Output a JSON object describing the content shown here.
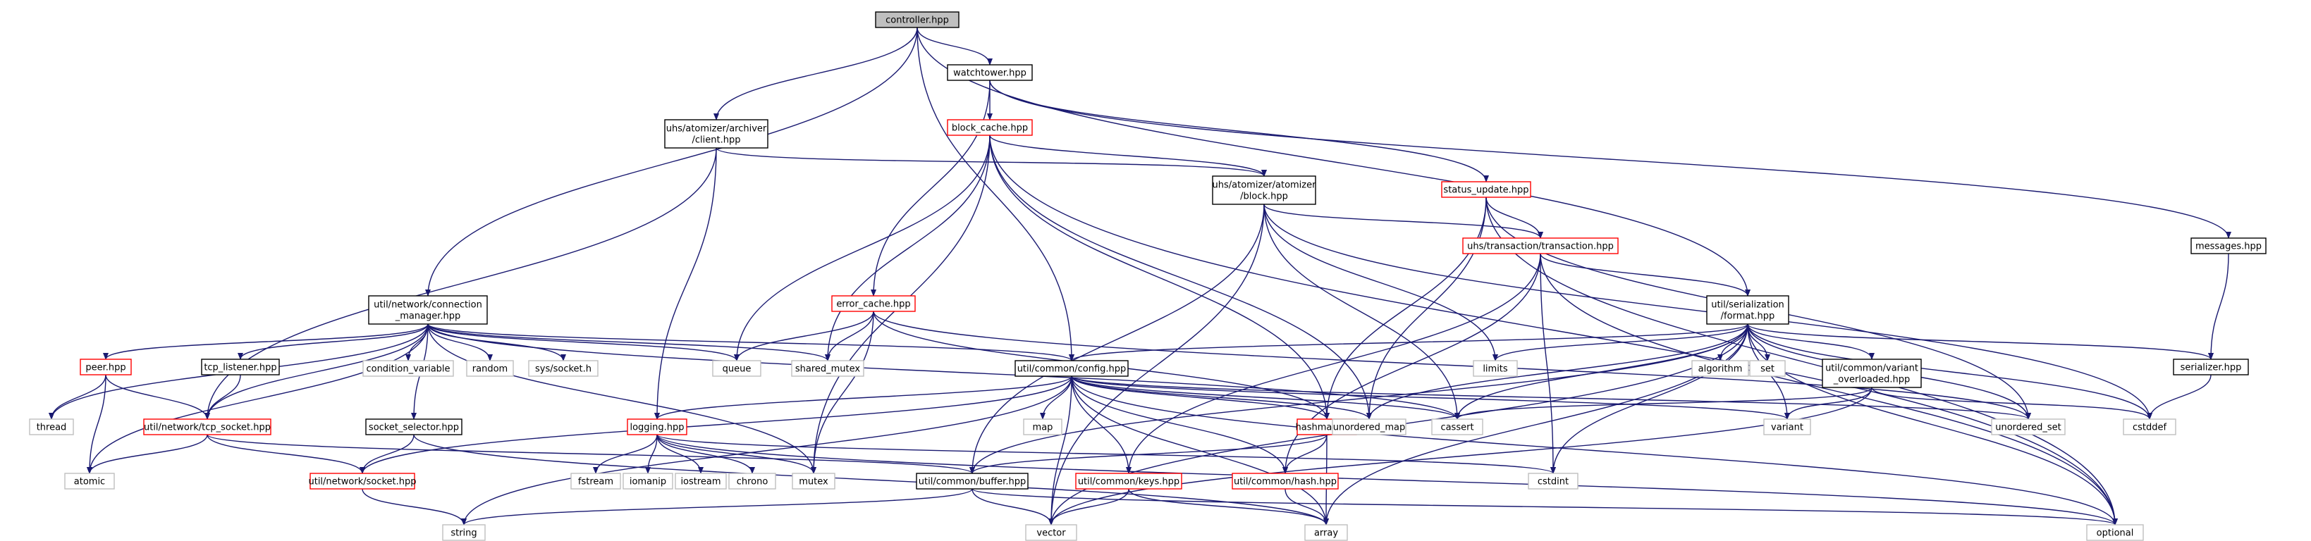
{
  "graph": {
    "colors": {
      "edge": "#191970",
      "root_fill": "#bfbfbf",
      "border_normal": "#000000",
      "border_incomplete": "#ff0000",
      "border_external": "#bfbfbf",
      "text_external": "#555555"
    },
    "nodes": [
      {
        "id": "controller",
        "lines": [
          "controller.hpp"
        ],
        "kind": "root"
      },
      {
        "id": "watchtower",
        "lines": [
          "watchtower.hpp"
        ],
        "kind": "normal"
      },
      {
        "id": "client",
        "lines": [
          "uhs/atomizer/archiver",
          "/client.hpp"
        ],
        "kind": "normal"
      },
      {
        "id": "block_cache",
        "lines": [
          "block_cache.hpp"
        ],
        "kind": "incomplete"
      },
      {
        "id": "atomizer_block",
        "lines": [
          "uhs/atomizer/atomizer",
          "/block.hpp"
        ],
        "kind": "normal"
      },
      {
        "id": "status_update",
        "lines": [
          "status_update.hpp"
        ],
        "kind": "incomplete"
      },
      {
        "id": "transaction",
        "lines": [
          "uhs/transaction/transaction.hpp"
        ],
        "kind": "incomplete"
      },
      {
        "id": "messages",
        "lines": [
          "messages.hpp"
        ],
        "kind": "normal"
      },
      {
        "id": "conn_manager",
        "lines": [
          "util/network/connection",
          "_manager.hpp"
        ],
        "kind": "normal"
      },
      {
        "id": "error_cache",
        "lines": [
          "error_cache.hpp"
        ],
        "kind": "incomplete"
      },
      {
        "id": "format",
        "lines": [
          "util/serialization",
          "/format.hpp"
        ],
        "kind": "normal"
      },
      {
        "id": "peer",
        "lines": [
          "peer.hpp"
        ],
        "kind": "incomplete"
      },
      {
        "id": "tcp_listener",
        "lines": [
          "tcp_listener.hpp"
        ],
        "kind": "normal"
      },
      {
        "id": "condition_variable",
        "lines": [
          "condition_variable"
        ],
        "kind": "external"
      },
      {
        "id": "random",
        "lines": [
          "random"
        ],
        "kind": "external"
      },
      {
        "id": "sys_socket",
        "lines": [
          "sys/socket.h"
        ],
        "kind": "external"
      },
      {
        "id": "queue",
        "lines": [
          "queue"
        ],
        "kind": "external"
      },
      {
        "id": "shared_mutex",
        "lines": [
          "shared_mutex"
        ],
        "kind": "external"
      },
      {
        "id": "config",
        "lines": [
          "util/common/config.hpp"
        ],
        "kind": "normal"
      },
      {
        "id": "limits",
        "lines": [
          "limits"
        ],
        "kind": "external"
      },
      {
        "id": "algorithm",
        "lines": [
          "algorithm"
        ],
        "kind": "external"
      },
      {
        "id": "set",
        "lines": [
          "set"
        ],
        "kind": "external"
      },
      {
        "id": "variant_overloaded",
        "lines": [
          "util/common/variant",
          "_overloaded.hpp"
        ],
        "kind": "normal"
      },
      {
        "id": "serializer",
        "lines": [
          "serializer.hpp"
        ],
        "kind": "normal"
      },
      {
        "id": "thread",
        "lines": [
          "thread"
        ],
        "kind": "external"
      },
      {
        "id": "tcp_socket",
        "lines": [
          "util/network/tcp_socket.hpp"
        ],
        "kind": "incomplete"
      },
      {
        "id": "socket_selector",
        "lines": [
          "socket_selector.hpp"
        ],
        "kind": "normal"
      },
      {
        "id": "logging",
        "lines": [
          "logging.hpp"
        ],
        "kind": "incomplete"
      },
      {
        "id": "map",
        "lines": [
          "map"
        ],
        "kind": "external"
      },
      {
        "id": "hashmap",
        "lines": [
          "hashmap.hpp"
        ],
        "kind": "incomplete"
      },
      {
        "id": "unordered_map",
        "lines": [
          "unordered_map"
        ],
        "kind": "external"
      },
      {
        "id": "cassert",
        "lines": [
          "cassert"
        ],
        "kind": "external"
      },
      {
        "id": "variant",
        "lines": [
          "variant"
        ],
        "kind": "external"
      },
      {
        "id": "unordered_set",
        "lines": [
          "unordered_set"
        ],
        "kind": "external"
      },
      {
        "id": "cstddef",
        "lines": [
          "cstddef"
        ],
        "kind": "external"
      },
      {
        "id": "atomic",
        "lines": [
          "atomic"
        ],
        "kind": "external"
      },
      {
        "id": "socket",
        "lines": [
          "util/network/socket.hpp"
        ],
        "kind": "incomplete"
      },
      {
        "id": "fstream",
        "lines": [
          "fstream"
        ],
        "kind": "external"
      },
      {
        "id": "iomanip",
        "lines": [
          "iomanip"
        ],
        "kind": "external"
      },
      {
        "id": "iostream",
        "lines": [
          "iostream"
        ],
        "kind": "external"
      },
      {
        "id": "chrono",
        "lines": [
          "chrono"
        ],
        "kind": "external"
      },
      {
        "id": "mutex",
        "lines": [
          "mutex"
        ],
        "kind": "external"
      },
      {
        "id": "buffer",
        "lines": [
          "util/common/buffer.hpp"
        ],
        "kind": "normal"
      },
      {
        "id": "keys",
        "lines": [
          "util/common/keys.hpp"
        ],
        "kind": "incomplete"
      },
      {
        "id": "hash",
        "lines": [
          "util/common/hash.hpp"
        ],
        "kind": "incomplete"
      },
      {
        "id": "cstdint",
        "lines": [
          "cstdint"
        ],
        "kind": "external"
      },
      {
        "id": "string",
        "lines": [
          "string"
        ],
        "kind": "external"
      },
      {
        "id": "vector",
        "lines": [
          "vector"
        ],
        "kind": "external"
      },
      {
        "id": "array",
        "lines": [
          "array"
        ],
        "kind": "external"
      },
      {
        "id": "optional",
        "lines": [
          "optional"
        ],
        "kind": "external"
      }
    ],
    "edges": [
      [
        "controller",
        "watchtower"
      ],
      [
        "controller",
        "client"
      ],
      [
        "controller",
        "conn_manager"
      ],
      [
        "controller",
        "config"
      ],
      [
        "controller",
        "format"
      ],
      [
        "watchtower",
        "block_cache"
      ],
      [
        "watchtower",
        "error_cache"
      ],
      [
        "watchtower",
        "status_update"
      ],
      [
        "watchtower",
        "messages"
      ],
      [
        "client",
        "atomizer_block"
      ],
      [
        "client",
        "logging"
      ],
      [
        "client",
        "tcp_socket"
      ],
      [
        "block_cache",
        "atomizer_block"
      ],
      [
        "block_cache",
        "queue"
      ],
      [
        "block_cache",
        "shared_mutex"
      ],
      [
        "block_cache",
        "mutex"
      ],
      [
        "block_cache",
        "hashmap"
      ],
      [
        "block_cache",
        "unordered_map"
      ],
      [
        "block_cache",
        "optional"
      ],
      [
        "atomizer_block",
        "transaction"
      ],
      [
        "atomizer_block",
        "buffer"
      ],
      [
        "atomizer_block",
        "vector"
      ],
      [
        "atomizer_block",
        "limits"
      ],
      [
        "atomizer_block",
        "cassert"
      ],
      [
        "atomizer_block",
        "cstddef"
      ],
      [
        "status_update",
        "transaction"
      ],
      [
        "status_update",
        "hashmap"
      ],
      [
        "status_update",
        "unordered_set"
      ],
      [
        "status_update",
        "unordered_map"
      ],
      [
        "status_update",
        "optional"
      ],
      [
        "transaction",
        "format"
      ],
      [
        "transaction",
        "hash"
      ],
      [
        "transaction",
        "keys"
      ],
      [
        "transaction",
        "cstdint"
      ],
      [
        "transaction",
        "optional"
      ],
      [
        "messages",
        "serializer"
      ],
      [
        "conn_manager",
        "peer"
      ],
      [
        "conn_manager",
        "tcp_listener"
      ],
      [
        "conn_manager",
        "condition_variable"
      ],
      [
        "conn_manager",
        "random"
      ],
      [
        "conn_manager",
        "sys_socket"
      ],
      [
        "conn_manager",
        "queue"
      ],
      [
        "conn_manager",
        "shared_mutex"
      ],
      [
        "conn_manager",
        "config"
      ],
      [
        "conn_manager",
        "thread"
      ],
      [
        "conn_manager",
        "atomic"
      ],
      [
        "conn_manager",
        "tcp_socket"
      ],
      [
        "conn_manager",
        "socket_selector"
      ],
      [
        "conn_manager",
        "mutex"
      ],
      [
        "conn_manager",
        "cassert"
      ],
      [
        "error_cache",
        "queue"
      ],
      [
        "error_cache",
        "shared_mutex"
      ],
      [
        "error_cache",
        "mutex"
      ],
      [
        "error_cache",
        "hashmap"
      ],
      [
        "error_cache",
        "unordered_set"
      ],
      [
        "format",
        "config"
      ],
      [
        "format",
        "limits"
      ],
      [
        "format",
        "algorithm"
      ],
      [
        "format",
        "set"
      ],
      [
        "format",
        "variant_overloaded"
      ],
      [
        "format",
        "serializer"
      ],
      [
        "format",
        "unordered_map"
      ],
      [
        "format",
        "cassert"
      ],
      [
        "format",
        "variant"
      ],
      [
        "format",
        "unordered_set"
      ],
      [
        "format",
        "cstddef"
      ],
      [
        "format",
        "optional"
      ],
      [
        "format",
        "array"
      ],
      [
        "format",
        "vector"
      ],
      [
        "format",
        "cstdint"
      ],
      [
        "format",
        "buffer"
      ],
      [
        "variant_overloaded",
        "variant"
      ],
      [
        "variant_overloaded",
        "cassert"
      ],
      [
        "variant_overloaded",
        "cstddef"
      ],
      [
        "variant_overloaded",
        "vector"
      ],
      [
        "serializer",
        "cstddef"
      ],
      [
        "config",
        "map"
      ],
      [
        "config",
        "hashmap"
      ],
      [
        "config",
        "logging"
      ],
      [
        "config",
        "unordered_map"
      ],
      [
        "config",
        "cassert"
      ],
      [
        "config",
        "variant"
      ],
      [
        "config",
        "unordered_set"
      ],
      [
        "config",
        "keys"
      ],
      [
        "config",
        "hash"
      ],
      [
        "config",
        "vector"
      ],
      [
        "config",
        "array"
      ],
      [
        "config",
        "string"
      ],
      [
        "config",
        "optional"
      ],
      [
        "config",
        "socket"
      ],
      [
        "peer",
        "thread"
      ],
      [
        "peer",
        "atomic"
      ],
      [
        "peer",
        "tcp_socket"
      ],
      [
        "tcp_listener",
        "tcp_socket"
      ],
      [
        "tcp_socket",
        "socket"
      ],
      [
        "tcp_socket",
        "atomic"
      ],
      [
        "tcp_socket",
        "buffer"
      ],
      [
        "socket_selector",
        "socket"
      ],
      [
        "socket_selector",
        "array"
      ],
      [
        "logging",
        "fstream"
      ],
      [
        "logging",
        "iomanip"
      ],
      [
        "logging",
        "iostream"
      ],
      [
        "logging",
        "chrono"
      ],
      [
        "logging",
        "mutex"
      ],
      [
        "logging",
        "optional"
      ],
      [
        "logging",
        "cstdint"
      ],
      [
        "hashmap",
        "hash"
      ],
      [
        "hashmap",
        "buffer"
      ],
      [
        "hashmap",
        "array"
      ],
      [
        "buffer",
        "string"
      ],
      [
        "buffer",
        "vector"
      ],
      [
        "buffer",
        "optional"
      ],
      [
        "keys",
        "vector"
      ],
      [
        "keys",
        "array"
      ],
      [
        "hash",
        "array"
      ],
      [
        "socket",
        "string"
      ]
    ]
  }
}
